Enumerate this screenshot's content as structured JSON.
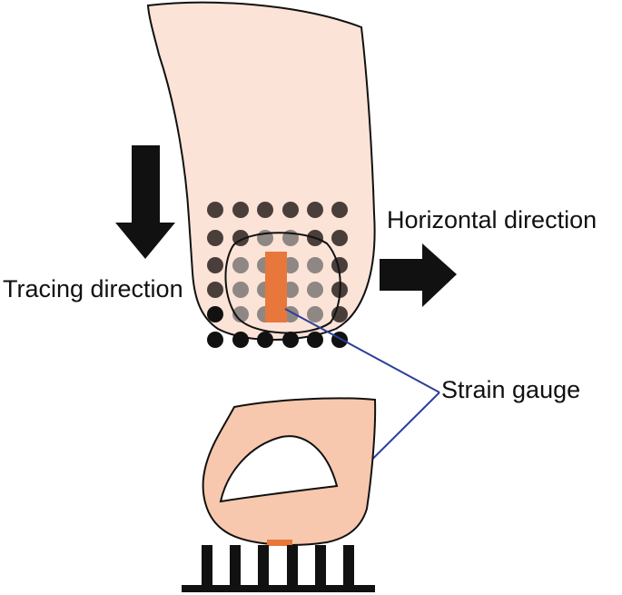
{
  "labels": {
    "tracing_direction": "Tracing direction",
    "horizontal_direction": "Horizontal direction",
    "strain_gauge": "Strain gauge"
  },
  "colors": {
    "skin": "#fbe3d7",
    "skin_cross_section": "#f7c8ad",
    "strain_gauge": "#e8773c",
    "leader_line": "#2b3f9b",
    "arrow": "#111111",
    "dot_dark": "#4a3e3a",
    "dot_light": "#8f8784"
  },
  "icons": {
    "tracing_arrow": "down-arrow-icon",
    "horizontal_arrow": "right-arrow-icon"
  }
}
